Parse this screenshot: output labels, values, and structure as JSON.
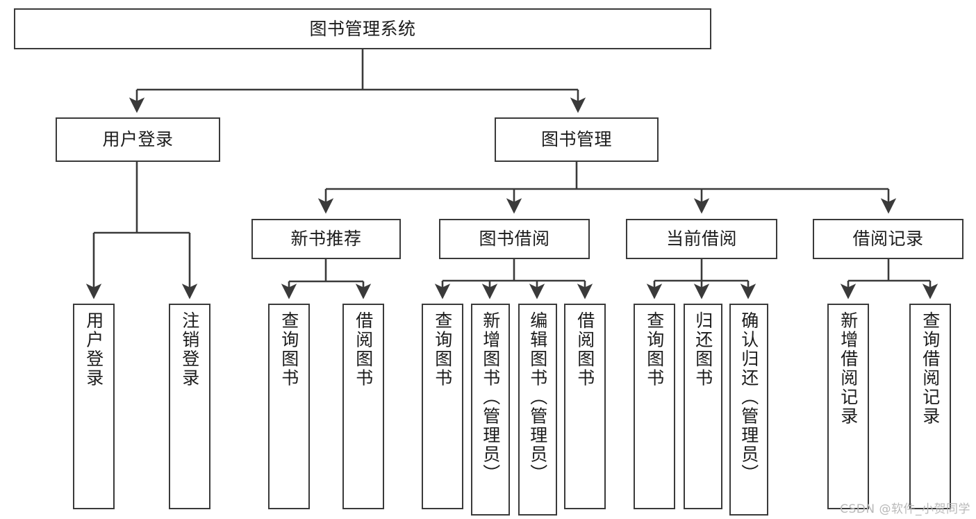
{
  "diagram": {
    "title": "图书管理系统",
    "type": "tree-hierarchy",
    "watermark": "CSDN @软件_小贺同学",
    "colors": {
      "node_border": "#3a3a3a",
      "node_fill": "#ffffff",
      "edge": "#3a3a3a",
      "text": "#1b1b1b",
      "watermark": "#b9b9b9",
      "background": "#ffffff"
    },
    "root": {
      "id": "root",
      "label": "图书管理系统"
    },
    "level2": [
      {
        "id": "user-login",
        "label": "用户登录"
      },
      {
        "id": "book-manage",
        "label": "图书管理"
      }
    ],
    "level3": [
      {
        "id": "new-book-rec",
        "label": "新书推荐",
        "parent": "book-manage"
      },
      {
        "id": "book-borrow",
        "label": "图书借阅",
        "parent": "book-manage"
      },
      {
        "id": "current-borrow",
        "label": "当前借阅",
        "parent": "book-manage"
      },
      {
        "id": "borrow-record",
        "label": "借阅记录",
        "parent": "book-manage"
      }
    ],
    "leaves": [
      {
        "id": "leaf-user-login",
        "label": "用户登录",
        "parent": "user-login"
      },
      {
        "id": "leaf-logout",
        "label": "注销登录",
        "parent": "user-login"
      },
      {
        "id": "leaf-query-book-1",
        "label": "查询图书",
        "parent": "new-book-rec"
      },
      {
        "id": "leaf-borrow-book-1",
        "label": "借阅图书",
        "parent": "new-book-rec"
      },
      {
        "id": "leaf-query-book-2",
        "label": "查询图书",
        "parent": "book-borrow"
      },
      {
        "id": "leaf-add-book",
        "label": "新增图书（管理员）",
        "parent": "book-borrow"
      },
      {
        "id": "leaf-edit-book",
        "label": "编辑图书（管理员）",
        "parent": "book-borrow"
      },
      {
        "id": "leaf-borrow-book-2",
        "label": "借阅图书",
        "parent": "book-borrow"
      },
      {
        "id": "leaf-query-book-3",
        "label": "查询图书",
        "parent": "current-borrow"
      },
      {
        "id": "leaf-return-book",
        "label": "归还图书",
        "parent": "current-borrow"
      },
      {
        "id": "leaf-confirm-return",
        "label": "确认归还（管理员）",
        "parent": "current-borrow"
      },
      {
        "id": "leaf-add-record",
        "label": "新增借阅记录",
        "parent": "borrow-record"
      },
      {
        "id": "leaf-query-record",
        "label": "查询借阅记录",
        "parent": "borrow-record"
      }
    ]
  }
}
